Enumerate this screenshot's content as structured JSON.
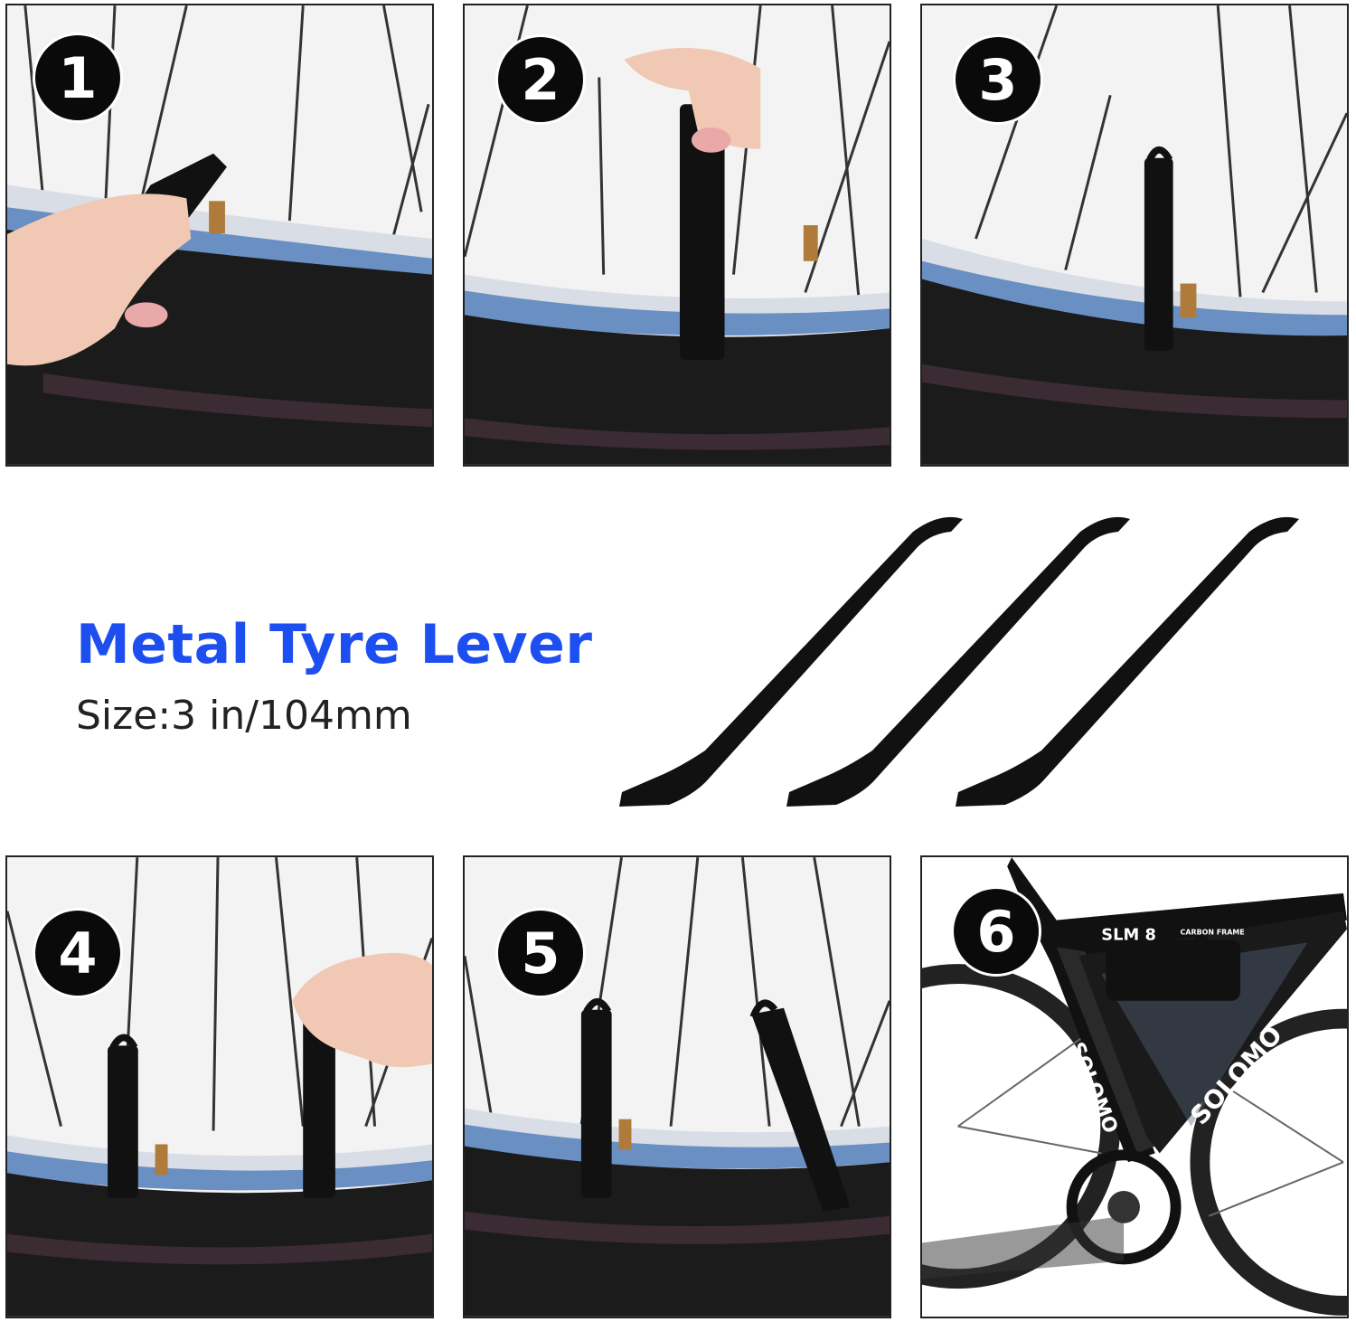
{
  "headline": "Metal Tyre Lever",
  "size_label": "Size:3 in/104mm",
  "steps": [
    {
      "number": "1"
    },
    {
      "number": "2"
    },
    {
      "number": "3"
    },
    {
      "number": "4"
    },
    {
      "number": "5"
    },
    {
      "number": "6"
    }
  ],
  "bike": {
    "frame_label": "SLM 8",
    "frame_sub": "CARBON FRAME",
    "brand_top": "SOLOMO",
    "brand_down": "SOLOMO"
  },
  "colors": {
    "headline": "#1d4ff0",
    "lever": "#111111",
    "tyre": "#1b1b1b",
    "rim_accent": "#6a8fc2",
    "skin": "#f0c8b4"
  }
}
